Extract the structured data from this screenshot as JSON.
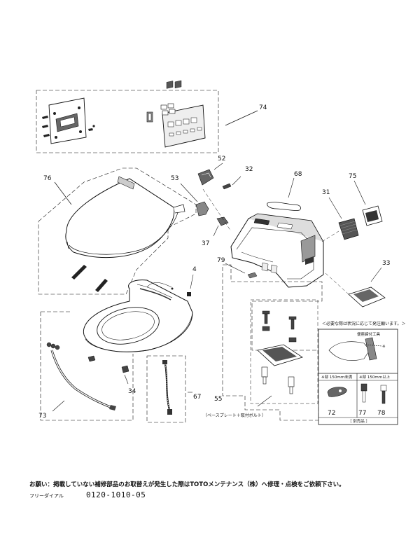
{
  "parts": {
    "p74": "74",
    "p76": "76",
    "p52": "52",
    "p53": "53",
    "p32": "32",
    "p68": "68",
    "p75": "75",
    "p31": "31",
    "p37": "37",
    "p4": "4",
    "p79": "79",
    "p33": "33",
    "p34": "34",
    "p67": "67",
    "p55": "55",
    "p73": "73",
    "p72": "72",
    "p77": "77",
    "p78": "78"
  },
  "notes": {
    "baseplate": "（ベースプレート＋取付ボルト）",
    "repair_note": "＜必要な際は状況に応じて発注願います。＞",
    "tool": "便座締付工具",
    "mark": "※",
    "size_short": "※部 150mm未満",
    "size_long": "※部 150mm以上",
    "separate": "［ 別売品 ］"
  },
  "footer": {
    "notice": "お願い：掲載していない補修部品のお取替えが発生した際はTOTOメンテナンス（株）へ修理・点検をご依頼下さい。",
    "dial_label": "フリーダイアル",
    "dial_number": "0120-1010-05"
  }
}
